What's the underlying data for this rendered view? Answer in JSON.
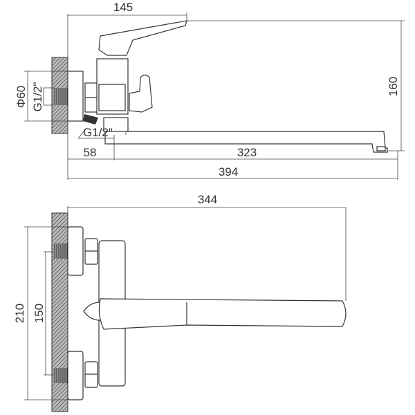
{
  "top_view": {
    "dim_overall_height": "145",
    "dim_height": "160",
    "dim_diameter": "Φ60",
    "dim_inlet_thread": "G1/2\"",
    "dim_outlet_thread": "G1/2\"",
    "dim_offset": "58",
    "dim_spout": "323",
    "dim_total_length": "394"
  },
  "front_view": {
    "dim_length": "344",
    "dim_height": "210",
    "dim_centers": "150"
  },
  "colors": {
    "line": "#333333",
    "hatch": "#555555"
  }
}
